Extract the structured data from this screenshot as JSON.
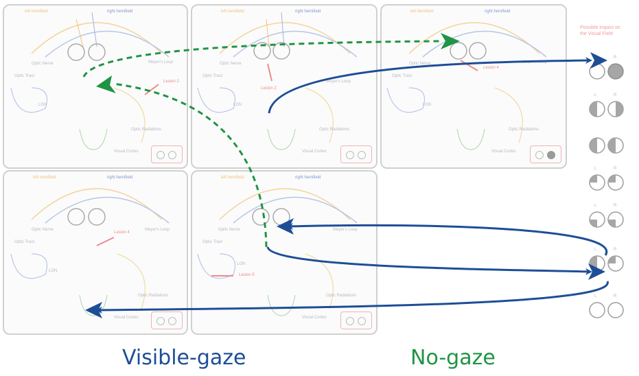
{
  "panel_labels": {
    "left_hemifield": "left hemifield",
    "right_hemifield": "right hemifield",
    "optic_nerve": "Optic Nerve",
    "optic_tract": "Optic Tract",
    "meyers_loop": "Meyer's Loop",
    "lgn": "LGN",
    "optic_radiations": "Optic Radiations",
    "visual_cortex": "Visual Cortex"
  },
  "lesions": [
    "Lesion 2",
    "Lesion 2",
    "Lesion 4",
    "Lesion 4",
    "Lesion 5"
  ],
  "mini_lr": {
    "l": "L",
    "r": "R"
  },
  "side": {
    "title_line1": "Possible impact on",
    "title_line2": "the Visual Field",
    "l": "L",
    "r": "R"
  },
  "captions": {
    "visible_gaze": "Visible-gaze",
    "no_gaze": "No-gaze"
  },
  "colors": {
    "visible_gaze": "#1d4e96",
    "no_gaze": "#1f9444",
    "lesion": "#ef8a8a",
    "eye_fill": "#a6a6a6"
  },
  "icons": {
    "visible_gaze_arrow": "arrow-icon",
    "no_gaze_arrow": "dashed-arrow-icon",
    "visual_field_circle": "half-circle-icon"
  }
}
